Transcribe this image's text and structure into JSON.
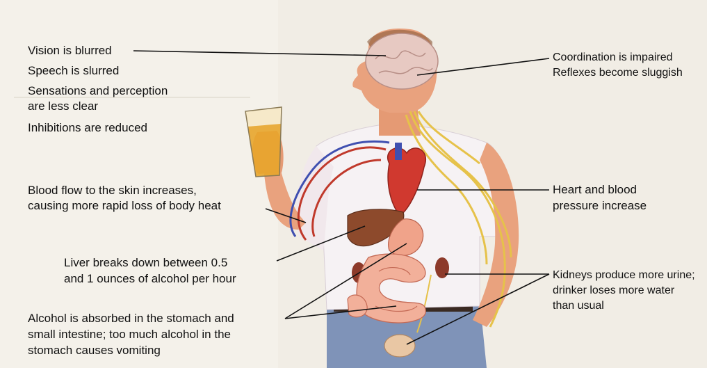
{
  "colors": {
    "background": "#f4f1ea",
    "skin": "#e9a27e",
    "shirt": "#f6f2f4",
    "jeans": "#7f93b8",
    "brain": "#e7c9c2",
    "heart": "#d0392f",
    "liver": "#8d4a2c",
    "nerves": "#e6c24a",
    "beer": "#e8a52b"
  },
  "icons": [
    "brain-icon",
    "heart-icon",
    "liver-icon",
    "kidney-icon",
    "stomach-icon",
    "intestine-icon",
    "beer-glass-icon"
  ],
  "labels": {
    "vision": "Vision is blurred",
    "speech": "Speech is slurred",
    "sensations_1": "Sensations and perception",
    "sensations_2": "are less clear",
    "inhibitions": "Inhibitions are reduced",
    "blood_flow_1": "Blood flow to the skin increases,",
    "blood_flow_2": "causing more rapid loss of body heat",
    "liver_1": "Liver breaks down between 0.5",
    "liver_2": "and 1 ounces of alcohol per hour",
    "alcohol_1": "Alcohol is absorbed in the stomach and",
    "alcohol_2": "small intestine; too much alcohol in the",
    "alcohol_3": "stomach causes vomiting",
    "coordination": "Coordination is impaired",
    "reflexes": "Reflexes become sluggish",
    "heart_1": "Heart and blood",
    "heart_2": "pressure increase",
    "kidneys_1": "Kidneys produce more urine;",
    "kidneys_2": "drinker loses more water",
    "kidneys_3": "than usual"
  }
}
